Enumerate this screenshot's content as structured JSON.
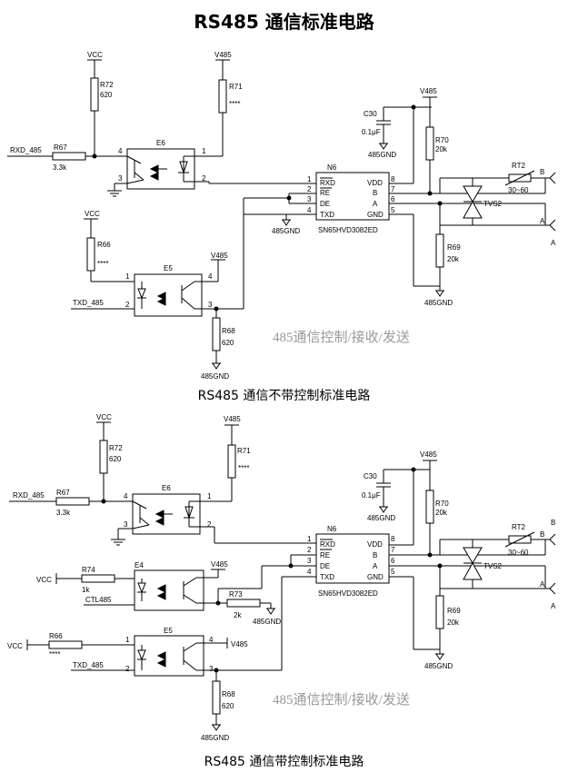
{
  "title": "RS485 通信标准电路",
  "diagram1": {
    "caption": "RS485 通信不带控制标准电路",
    "watermark": "485通信控制/接收/发送",
    "vcc": "VCC",
    "v485": "V485",
    "gnd485": "485GND",
    "rxd": "RXD_485",
    "txd": "TXD_485",
    "R72": {
      "ref": "R72",
      "value": "620"
    },
    "R71": {
      "ref": "R71",
      "value": "****"
    },
    "R67": {
      "ref": "R67",
      "value": "3.3k"
    },
    "R66": {
      "ref": "R66",
      "value": "****"
    },
    "R68": {
      "ref": "R68",
      "value": "620"
    },
    "R70": {
      "ref": "R70",
      "value": "20k"
    },
    "R69": {
      "ref": "R69",
      "value": "20k"
    },
    "C30": {
      "ref": "C30",
      "value": "0.1μF"
    },
    "RT2": {
      "ref": "RT2",
      "value": "30~60"
    },
    "TVS": "TVS2",
    "E6": "E6",
    "E5": "E5",
    "N6": "N6",
    "ic_part": "SN65HVD3082ED",
    "ic_pins_left": [
      "RXD",
      "RE",
      "DE",
      "TXD"
    ],
    "ic_pins_right": [
      "VDD",
      "B",
      "A",
      "GND"
    ],
    "ic_pin_nums_left": [
      "1",
      "2",
      "3",
      "4"
    ],
    "ic_pin_nums_right": [
      "8",
      "7",
      "6",
      "5"
    ],
    "outA": "A",
    "outB": "B"
  },
  "diagram2": {
    "caption": "RS485 通信带控制标准电路",
    "watermark": "485通信控制/接收/发送",
    "vcc": "VCC",
    "v485": "V485",
    "gnd485": "485GND",
    "rxd": "RXD_485",
    "txd": "TXD_485",
    "ctl": "CTL485",
    "R72": {
      "ref": "R72",
      "value": "620"
    },
    "R71": {
      "ref": "R71",
      "value": "****"
    },
    "R67": {
      "ref": "R67",
      "value": "3.3k"
    },
    "R74": {
      "ref": "R74",
      "value": "1k"
    },
    "R73": {
      "ref": "R73",
      "value": "2k"
    },
    "R66": {
      "ref": "R66",
      "value": "****"
    },
    "R68": {
      "ref": "R68",
      "value": "620"
    },
    "R70": {
      "ref": "R70",
      "value": "20k"
    },
    "R69": {
      "ref": "R69",
      "value": "20k"
    },
    "C30": {
      "ref": "C30",
      "value": "0.1μF"
    },
    "RT2": {
      "ref": "RT2",
      "value": "30~60"
    },
    "TVS": "TVS2",
    "E6": "E6",
    "E4": "E4",
    "E5": "E5",
    "N6": "N6",
    "ic_part": "SN65HVD3082ED",
    "outA": "A",
    "outB": "B"
  }
}
